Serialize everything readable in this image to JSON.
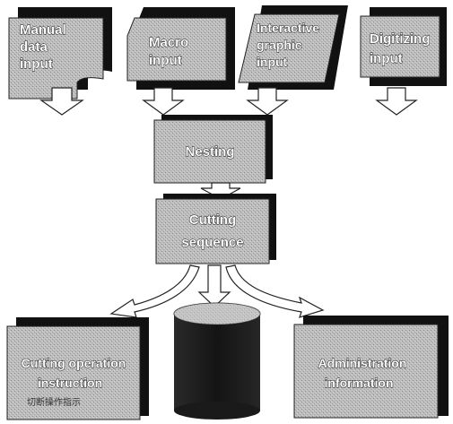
{
  "diagram": {
    "inputs": {
      "manual": [
        "Manual",
        "data",
        "input"
      ],
      "macro": [
        "Macro",
        "input"
      ],
      "interactive": [
        "Interactive",
        "graphic",
        "input"
      ],
      "digitizing": [
        "Digitizing",
        "input"
      ]
    },
    "nesting": "Nesting",
    "cutting": [
      "Cutting",
      "sequence"
    ],
    "outputs": {
      "instruction": [
        "Cutting operation",
        "instruction"
      ],
      "instruction_sub": "切断操作指示",
      "admin": [
        "Administration",
        "information"
      ]
    }
  },
  "colors": {
    "box_fill": "#b8b8b8",
    "shadow": "#111111",
    "outline": "#222222",
    "database": "#1c1c1c"
  }
}
